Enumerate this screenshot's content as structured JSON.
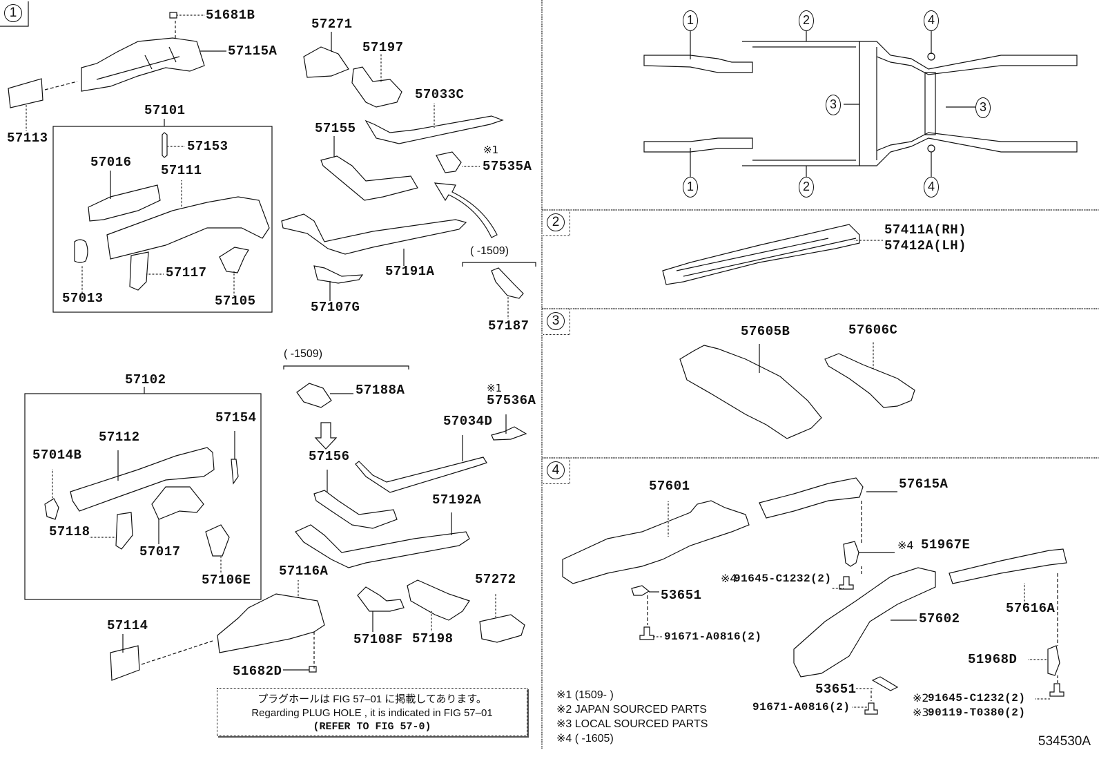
{
  "diagram_id": "534530A",
  "overview": {
    "callouts": [
      "1",
      "2",
      "3",
      "4"
    ]
  },
  "sections": [
    {
      "number": "1",
      "parts": {
        "p51681B": "51681B",
        "p57115A": "57115A",
        "p57113": "57113",
        "p57101": "57101",
        "p57153": "57153",
        "p57016": "57016",
        "p57111": "57111",
        "p57013": "57013",
        "p57117": "57117",
        "p57105": "57105",
        "p57271": "57271",
        "p57197": "57197",
        "p57033C": "57033C",
        "p57155": "57155",
        "p57535A": "57535A",
        "p57535A_mark": "※1",
        "p57191A": "57191A",
        "p57107G": "57107G",
        "p57187": "57187",
        "p57187_range": "(      -1509)",
        "p57102": "57102",
        "p57014B": "57014B",
        "p57112": "57112",
        "p57154": "57154",
        "p57118": "57118",
        "p57017": "57017",
        "p57106E": "57106E",
        "p57188A_range": "(      -1509)",
        "p57188A": "57188A",
        "p57536A_mark": "※1",
        "p57536A": "57536A",
        "p57034D": "57034D",
        "p57156": "57156",
        "p57192A": "57192A",
        "p57116A": "57116A",
        "p57272": "57272",
        "p57114": "57114",
        "p57108F": "57108F",
        "p57198": "57198",
        "p51682D": "51682D"
      },
      "notice": {
        "jp": "プラグホールは FIG  57–01 に掲載してあります。",
        "en": "Regarding  PLUG  HOLE , it is indicated in FIG  57–01",
        "refer": "(REFER TO FIG 57-0)"
      }
    },
    {
      "number": "2",
      "parts": {
        "rh": "57411A(RH)",
        "lh": "57412A(LH)"
      }
    },
    {
      "number": "3",
      "parts": {
        "p57605B": "57605B",
        "p57606C": "57606C"
      }
    },
    {
      "number": "4",
      "parts": {
        "p57601": "57601",
        "p57615A": "57615A",
        "p51967E_mark": "※4",
        "p51967E": "51967E",
        "p91645_mark": "※4",
        "p91645": "91645-C1232(2)",
        "p53651a": "53651",
        "p91671a": "91671-A0816(2)",
        "p57602": "57602",
        "p57616A": "57616A",
        "p51968D": "51968D",
        "p53651b": "53651",
        "p91671b": "91671-A0816(2)",
        "p91645b_mark": "※2",
        "p91645b": "91645-C1232(2)",
        "p90119_mark": "※3",
        "p90119": "90119-T0380(2)"
      },
      "legend": [
        "※1 (1509-      )",
        "※2 JAPAN SOURCED PARTS",
        "※3 LOCAL SOURCED PARTS",
        "※4 (      -1605)"
      ]
    }
  ]
}
